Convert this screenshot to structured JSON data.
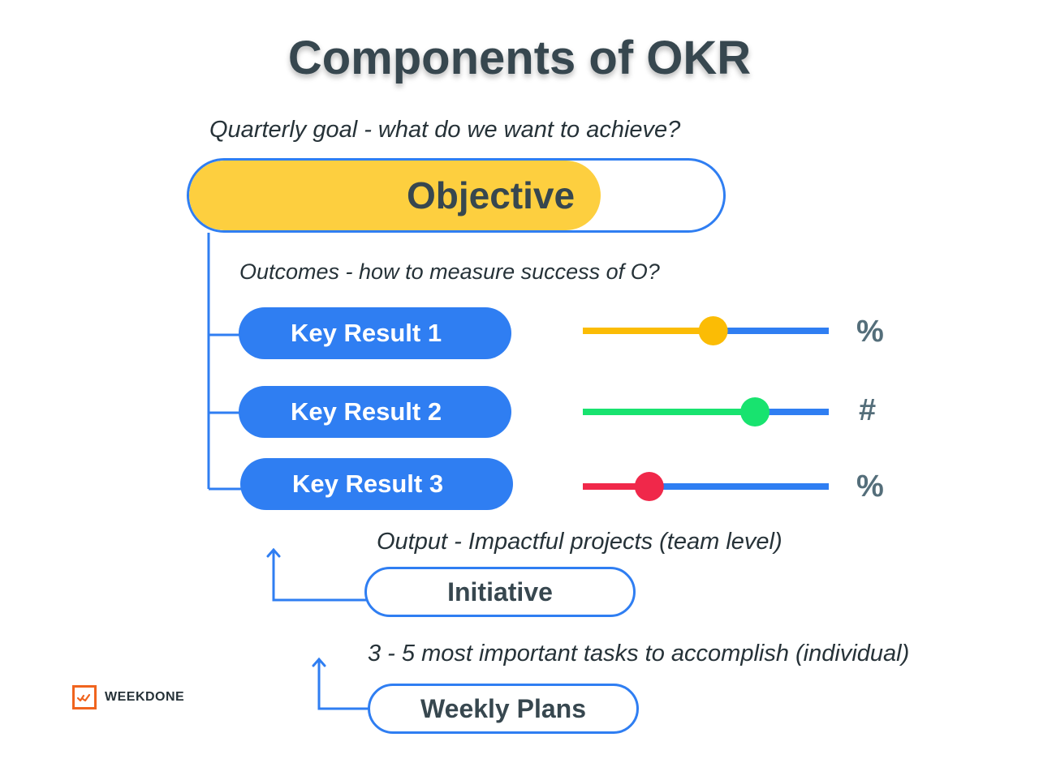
{
  "title": "Components of OKR",
  "objective": {
    "caption": "Quarterly goal - what do we want to achieve?",
    "label": "Objective",
    "progress": 0.77
  },
  "key_results": {
    "caption": "Outcomes - how to measure success of O?",
    "items": [
      {
        "label": "Key Result 1",
        "unit": "%",
        "progress": 0.53,
        "color": "#fbbc05"
      },
      {
        "label": "Key Result 2",
        "unit": "#",
        "progress": 0.7,
        "color": "#18e36f"
      },
      {
        "label": "Key Result 3",
        "unit": "%",
        "progress": 0.27,
        "color": "#f0284a"
      }
    ],
    "track_color": "#2f7ef2"
  },
  "initiative": {
    "caption": "Output - Impactful projects (team level)",
    "label": "Initiative"
  },
  "weekly_plans": {
    "caption": "3 - 5 most important tasks to accomplish (individual)",
    "label": "Weekly Plans"
  },
  "brand": {
    "logo_text": "WEEKDONE",
    "logo_icon": "double-check-icon",
    "accent": "#2f7ef2",
    "objective_color": "#fdcf3f",
    "logo_color": "#f0641e"
  }
}
